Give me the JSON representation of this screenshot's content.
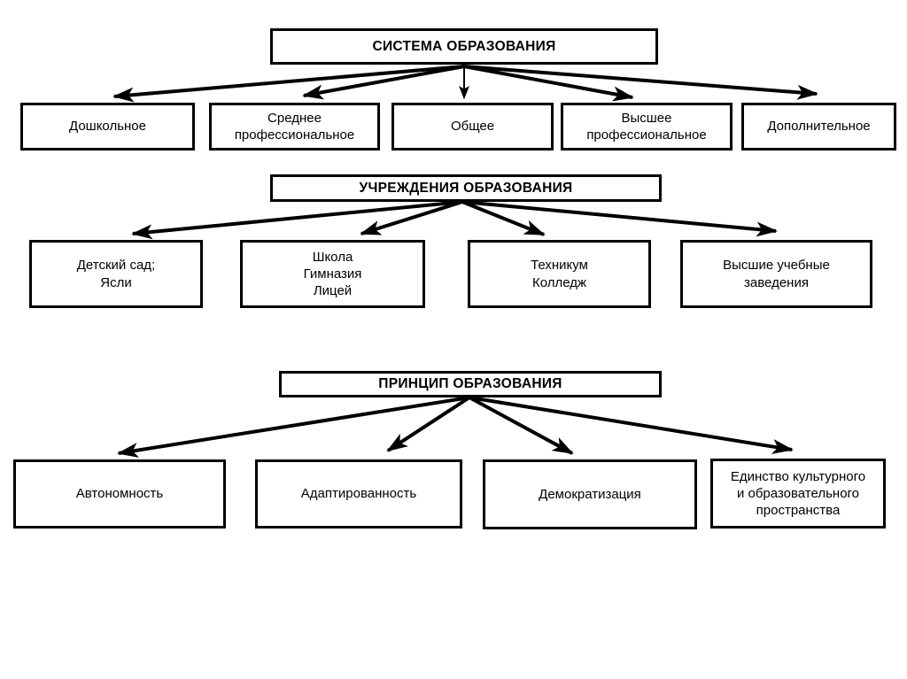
{
  "diagram": {
    "background_color": "#ffffff",
    "line_color": "#000000",
    "box_border_color": "#000000",
    "box_fill_color": "#ffffff",
    "text_color": "#000000",
    "sections": [
      {
        "header": "СИСТЕМА ОБРАЗОВАНИЯ",
        "children": [
          {
            "label": "Дошкольное"
          },
          {
            "label": "Среднее\nпрофессиональное"
          },
          {
            "label": "Общее"
          },
          {
            "label": "Высшее\nпрофессиональное"
          },
          {
            "label": "Дополнительное"
          }
        ]
      },
      {
        "header": "УЧРЕЖДЕНИЯ ОБРАЗОВАНИЯ",
        "children": [
          {
            "label": "Детский сад;\nЯсли"
          },
          {
            "label": "Школа\nГимназия\nЛицей"
          },
          {
            "label": "Техникум\nКолледж"
          },
          {
            "label": "Высшие учебные\nзаведения"
          }
        ]
      },
      {
        "header": "ПРИНЦИП ОБРАЗОВАНИЯ",
        "children": [
          {
            "label": "Автономность"
          },
          {
            "label": "Адаптированность"
          },
          {
            "label": "Демократизация"
          },
          {
            "label": "Единство культурного\nи образовательного\nпространства"
          }
        ]
      }
    ]
  }
}
